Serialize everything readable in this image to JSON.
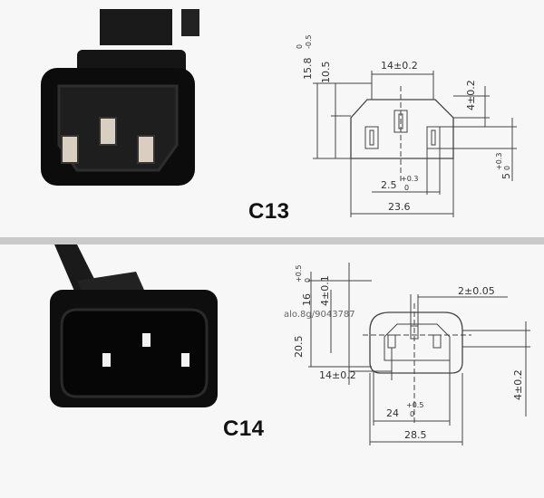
{
  "connectors": {
    "c13": {
      "caption": "C13",
      "dims": {
        "height_main": "15.8",
        "height_main_tol_top": "0",
        "height_main_tol_bot": "-0.5",
        "height_inner": "10.5",
        "pin_spacing": "14±0.2",
        "top_offset": "4±0.2",
        "pin_width": "2.5",
        "pin_width_tol_top": "+0.3",
        "pin_width_tol_bot": "0",
        "pin_height": "5",
        "pin_height_tol_top": "+0.3",
        "pin_height_tol_bot": "0",
        "overall_width": "23.6"
      }
    },
    "c14": {
      "caption": "C14",
      "watermark": "alo.8g/9043787",
      "dims": {
        "height_main": "16",
        "height_main_tol_top": "+0.5",
        "height_main_tol_bot": "0",
        "top_offset": "4±0.1",
        "pin_width": "2±0.05",
        "height_outer": "20.5",
        "pin_spacing": "14±0.2",
        "inner_width": "24",
        "inner_width_tol_top": "+0.5",
        "inner_width_tol_bot": "0",
        "side_offset": "4±0.2",
        "overall_width": "28.5"
      }
    }
  }
}
